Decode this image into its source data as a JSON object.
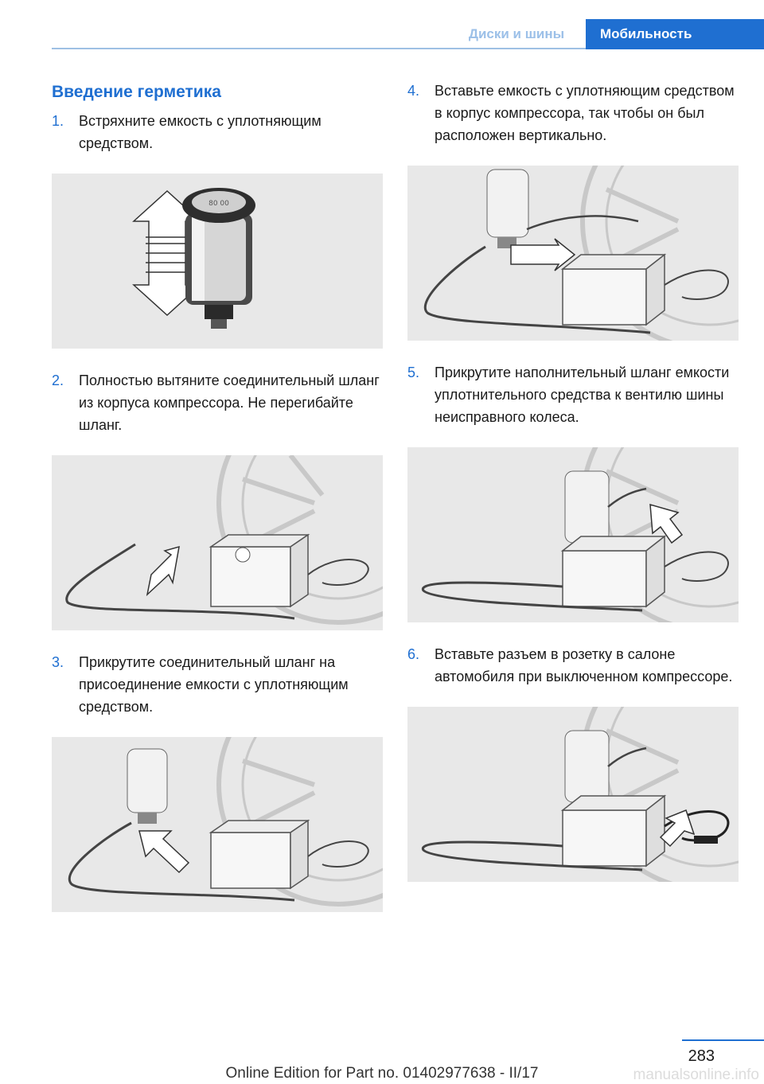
{
  "header": {
    "breadcrumb_inactive": "Диски и шины",
    "breadcrumb_active": "Мобильность"
  },
  "section": {
    "title": "Введение герметика"
  },
  "steps": [
    {
      "num": "1.",
      "text": "Встряхните емкость с уплотняющим средством."
    },
    {
      "num": "2.",
      "text": "Полностью вытяните соединительный шланг из корпуса компрессора. Не пере­гибайте шланг."
    },
    {
      "num": "3.",
      "text": "Прикрутите соединительный шланг на присоединение емкости с уплотняющим средством."
    },
    {
      "num": "4.",
      "text": "Вставьте емкость с уплотняющим сред­ством в корпус компрессора, так чтобы он был расположен вертикально."
    },
    {
      "num": "5.",
      "text": "Прикрутите наполнительный шланг ем­кости уплотнительного средства к вен­тилю шины неисправного колеса."
    },
    {
      "num": "6.",
      "text": "Вставьте разъем в розетку в салоне автомобиля при выключенном компрес­соре."
    }
  ],
  "figure_text": {
    "gauge_label": "80 00"
  },
  "footer": {
    "page_number": "283",
    "edition": "Online Edition for Part no. 01402977638 - II/17",
    "watermark": "manualsonline.info"
  },
  "colors": {
    "accent": "#1f6fd1",
    "accent_light": "#9cc0e8",
    "figure_bg": "#e8e8e8"
  }
}
